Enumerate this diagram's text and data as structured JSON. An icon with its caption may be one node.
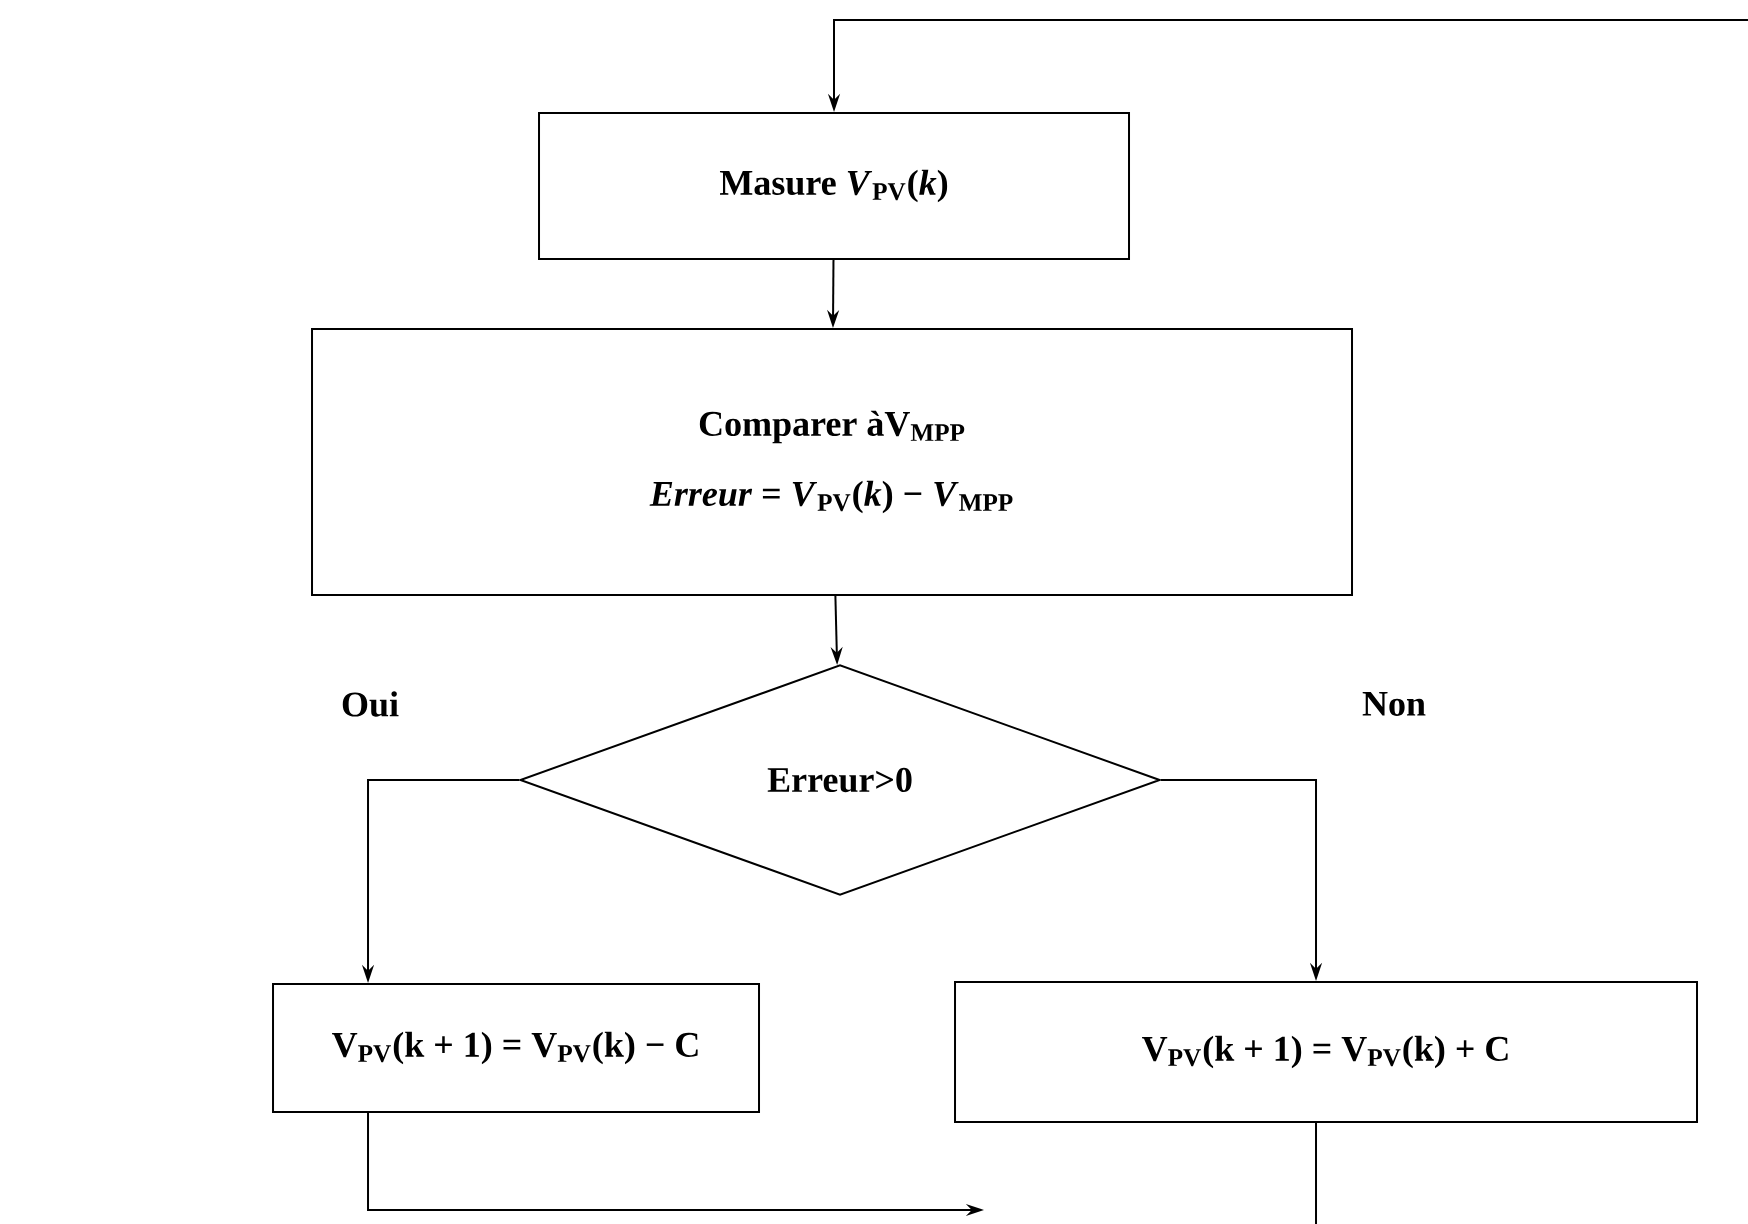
{
  "diagram": {
    "nodes": [
      {
        "text": [
          "Masure *V*$_{PV}$(*k*)"
        ]
      },
      {
        "text": [
          "Comparer àV$_{MPP}$",
          "*Erreur* = *V*$_{PV}$(*k*) − *V*$_{MPP}$"
        ]
      },
      {
        "text": [
          "Erreur>0"
        ]
      },
      {
        "text": [
          "V$_{PV}$(k + 1) = V$_{PV}$(k) − C"
        ]
      },
      {
        "text": [
          "V$_{PV}$(k + 1) = V$_{PV}$(k) + C"
        ]
      }
    ],
    "edges": [
      {
        "from": null,
        "to": 0,
        "arrow": "to"
      },
      {
        "from": 0,
        "to": 1,
        "arrow": "to"
      },
      {
        "from": 1,
        "to": 2,
        "arrow": "to"
      },
      {
        "from": 2,
        "to": 3,
        "arrow": "to",
        "label": "Oui"
      },
      {
        "from": 2,
        "to": 4,
        "arrow": "to",
        "label": "Non"
      },
      {
        "from": 3,
        "to": null,
        "arrow": "to"
      },
      {
        "from": 4,
        "to": null,
        "arrow": "none"
      }
    ]
  }
}
